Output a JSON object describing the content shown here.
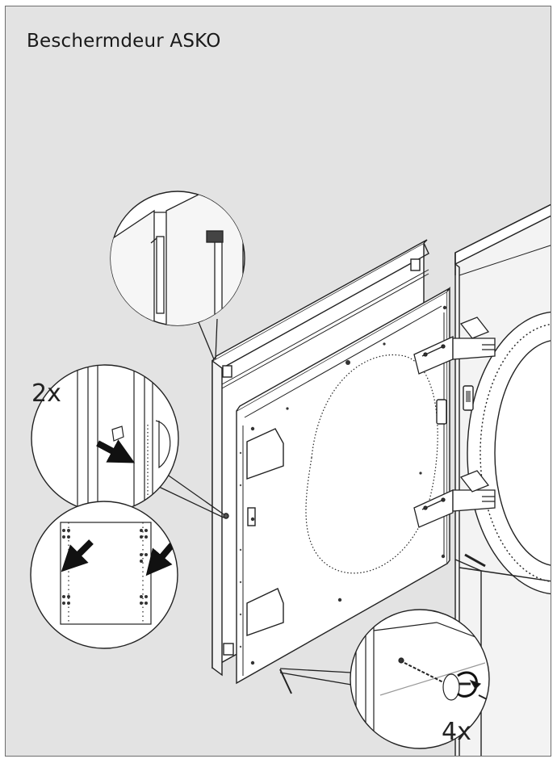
{
  "title": "Beschermdeur ASKO",
  "callouts": {
    "screw_count": "2x",
    "hinge_screw_count": "4x"
  },
  "colors": {
    "background": "#e3e3e3",
    "frame_border": "#6e6e6e",
    "line": "#222222",
    "panel": "#ffffff"
  }
}
